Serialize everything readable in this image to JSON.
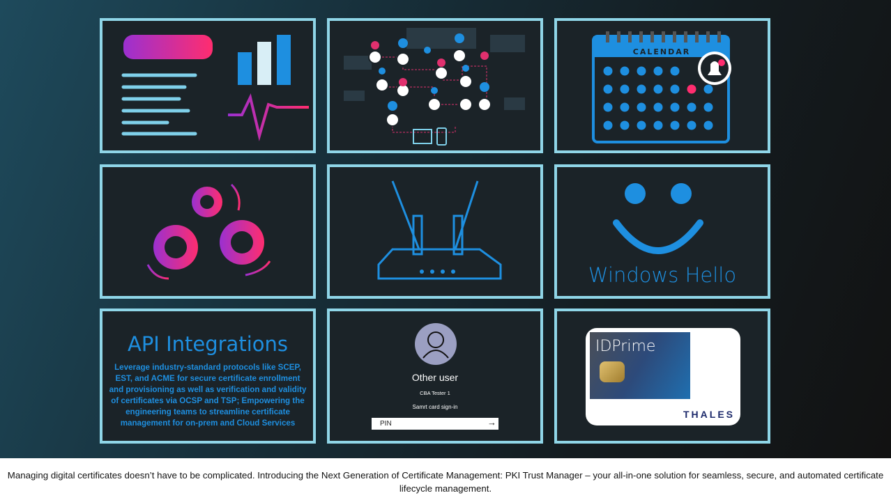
{
  "panels": {
    "calendar": {
      "label": "CALENDAR"
    },
    "windows_hello": {
      "title": "Windows Hello"
    },
    "api": {
      "title": "API Integrations",
      "body": "Leverage industry-standard protocols like SCEP, EST, and ACME for secure certificate enrollment and provisioning as well as verification and validity of certificates via OCSP and TSP; Empowering the engineering teams to streamline certificate management for on-prem and Cloud Services"
    },
    "signin": {
      "user": "Other user",
      "account": "CBA Tester 1",
      "method": "Samrt card sign-in",
      "pin_placeholder": "PIN",
      "submit_icon": "arrow-right-icon"
    },
    "card": {
      "product": "IDPrime",
      "brand": "THALES"
    }
  },
  "caption": "Managing digital certificates doesn’t have to be complicated. Introducing the Next Generation of Certificate Management: PKI Trust Manager – your all-in-one solution for seamless, secure, and automated certificate lifecycle management.",
  "colors": {
    "border": "#8fd6e8",
    "accent": "#1e8fe0",
    "pink": "#ff2d6f",
    "purple": "#9b30d0"
  }
}
